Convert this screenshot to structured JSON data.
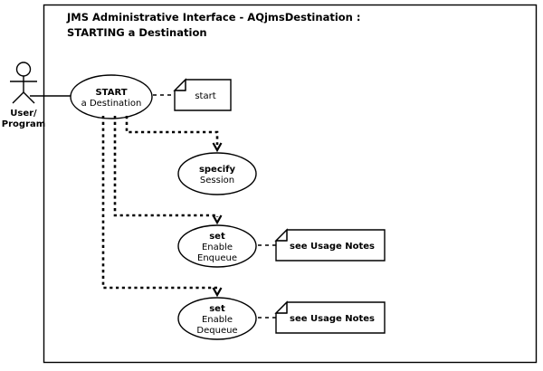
{
  "diagram": {
    "title_lines": [
      "JMS Administrative Interface  -  AQjmsDestination  :",
      "STARTING a Destination"
    ],
    "actor": {
      "label_line1": "User/",
      "label_line2": "Program"
    },
    "nodes": [
      {
        "id": "start-a-destination",
        "head": "START",
        "lines": [
          "a Destination"
        ]
      },
      {
        "id": "specify-session",
        "head": "specify",
        "lines": [
          "Session"
        ]
      },
      {
        "id": "set-enable-enqueue",
        "head": "set",
        "lines": [
          "Enable",
          "Enqueue"
        ]
      },
      {
        "id": "set-enable-dequeue",
        "head": "set",
        "lines": [
          "Enable",
          "Dequeue"
        ]
      }
    ],
    "notes": [
      {
        "id": "note-start",
        "text": "start",
        "bold": false
      },
      {
        "id": "note-enqueue-usage",
        "text": "see Usage Notes",
        "bold": true
      },
      {
        "id": "note-dequeue-usage",
        "text": "see Usage Notes",
        "bold": true
      }
    ],
    "colors": {
      "stroke": "#000000",
      "background": "#ffffff"
    }
  }
}
